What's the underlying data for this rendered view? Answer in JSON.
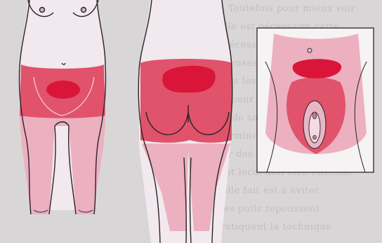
{
  "background_text": [
    "pratique Toutefois pour mieux voir",
    "ventre Elle est nécessaire cette",
    "Elle est nécessaire pour bien",
    "de nombreuses femmes en dehors",
    "vaginal des lèvres et des plis",
    "complète pour éviter une irritation",
    "en raison de sa sensibilité",
    "Elle se termine en dessous",
    "l'intérieur des cuisses",
    "traitement local doit être effectué",
    "ou partielle fait est à éviter",
    "chose : les poils repoussent",
    "... qui pratiquent la technique"
  ],
  "colors": {
    "page": "#d9d6d8",
    "dark_zone": "#d9163a",
    "medium_zone": "#e0536b",
    "light_zone": "#ecb0c0",
    "skin": "#f2e9ee",
    "outline": "#2b2326",
    "center_panel_bg": "#f5f3f4"
  },
  "figures": [
    {
      "name": "front-view",
      "zones": [
        "light",
        "medium",
        "dark"
      ]
    },
    {
      "name": "back-view",
      "zones": [
        "light",
        "medium",
        "dark"
      ]
    },
    {
      "name": "closeup-view",
      "zones": [
        "light",
        "medium",
        "dark"
      ]
    }
  ]
}
